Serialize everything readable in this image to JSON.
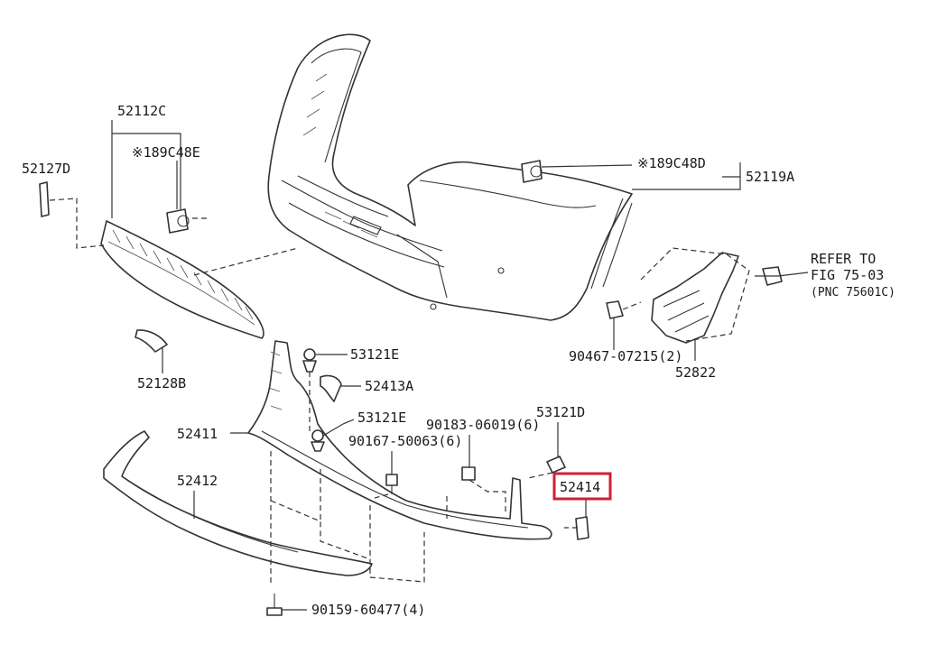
{
  "highlight_color": "#cc2233",
  "callouts": [
    {
      "id": "c52112C",
      "text": "52112C"
    },
    {
      "id": "c189C48E",
      "text": "※189C48E"
    },
    {
      "id": "c52127D",
      "text": "52127D"
    },
    {
      "id": "c189C48D",
      "text": "※189C48D"
    },
    {
      "id": "c52119A",
      "text": "52119A"
    },
    {
      "id": "cRefer1",
      "text": "REFER TO"
    },
    {
      "id": "cRefer2",
      "text": "FIG 75-03"
    },
    {
      "id": "cRefer3",
      "text": "(PNC 75601C)"
    },
    {
      "id": "c90467",
      "text": "90467-07215(2)"
    },
    {
      "id": "c52822",
      "text": "52822"
    },
    {
      "id": "c53121E_a",
      "text": "53121E"
    },
    {
      "id": "c52413A",
      "text": "52413A"
    },
    {
      "id": "c52128B",
      "text": "52128B"
    },
    {
      "id": "c53121E_b",
      "text": "53121E"
    },
    {
      "id": "c90183",
      "text": "90183-06019(6)"
    },
    {
      "id": "c53121D",
      "text": "53121D"
    },
    {
      "id": "c52411",
      "text": "52411"
    },
    {
      "id": "c90167",
      "text": "90167-50063(6)"
    },
    {
      "id": "c52414",
      "text": "52414"
    },
    {
      "id": "c52412",
      "text": "52412"
    },
    {
      "id": "c90159",
      "text": "90159-60477(4)"
    }
  ]
}
